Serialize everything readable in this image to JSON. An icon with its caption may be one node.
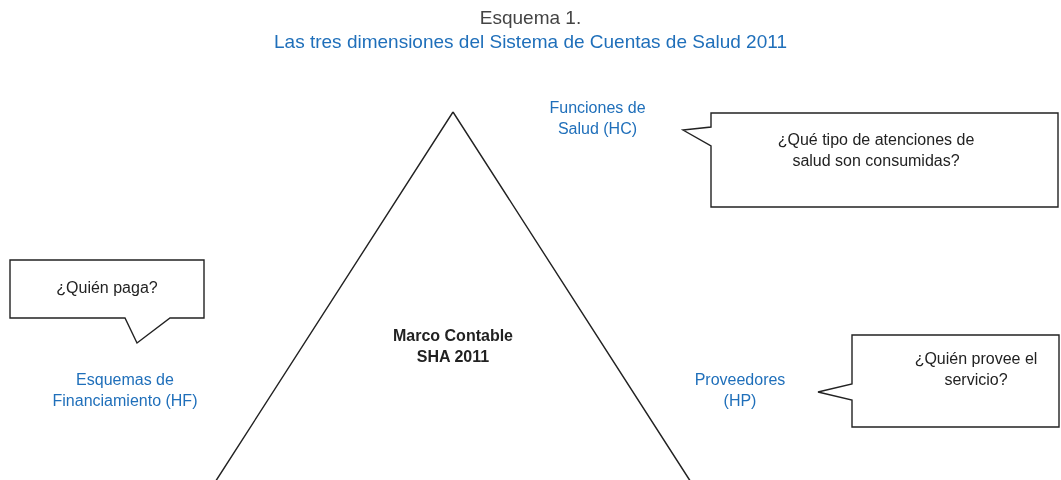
{
  "diagram": {
    "title": "Esquema 1.",
    "nodes": [
      {
        "text": [
          "Marco Contable SHA 2011"
        ]
      },
      {
        "text": [
          "¿Qué tipo de atenciones de salud son consumidas?"
        ]
      },
      {
        "text": [
          "¿Quién paga?"
        ]
      },
      {
        "text": [
          "¿Quién provee el servicio?"
        ]
      }
    ],
    "labels": [
      "Las tres dimensiones del Sistema de Cuentas de Salud 2011",
      "Funciones de Salud (HC)",
      "Esquemas de Financiamiento (HF)",
      "Proveedores (HP)"
    ]
  }
}
